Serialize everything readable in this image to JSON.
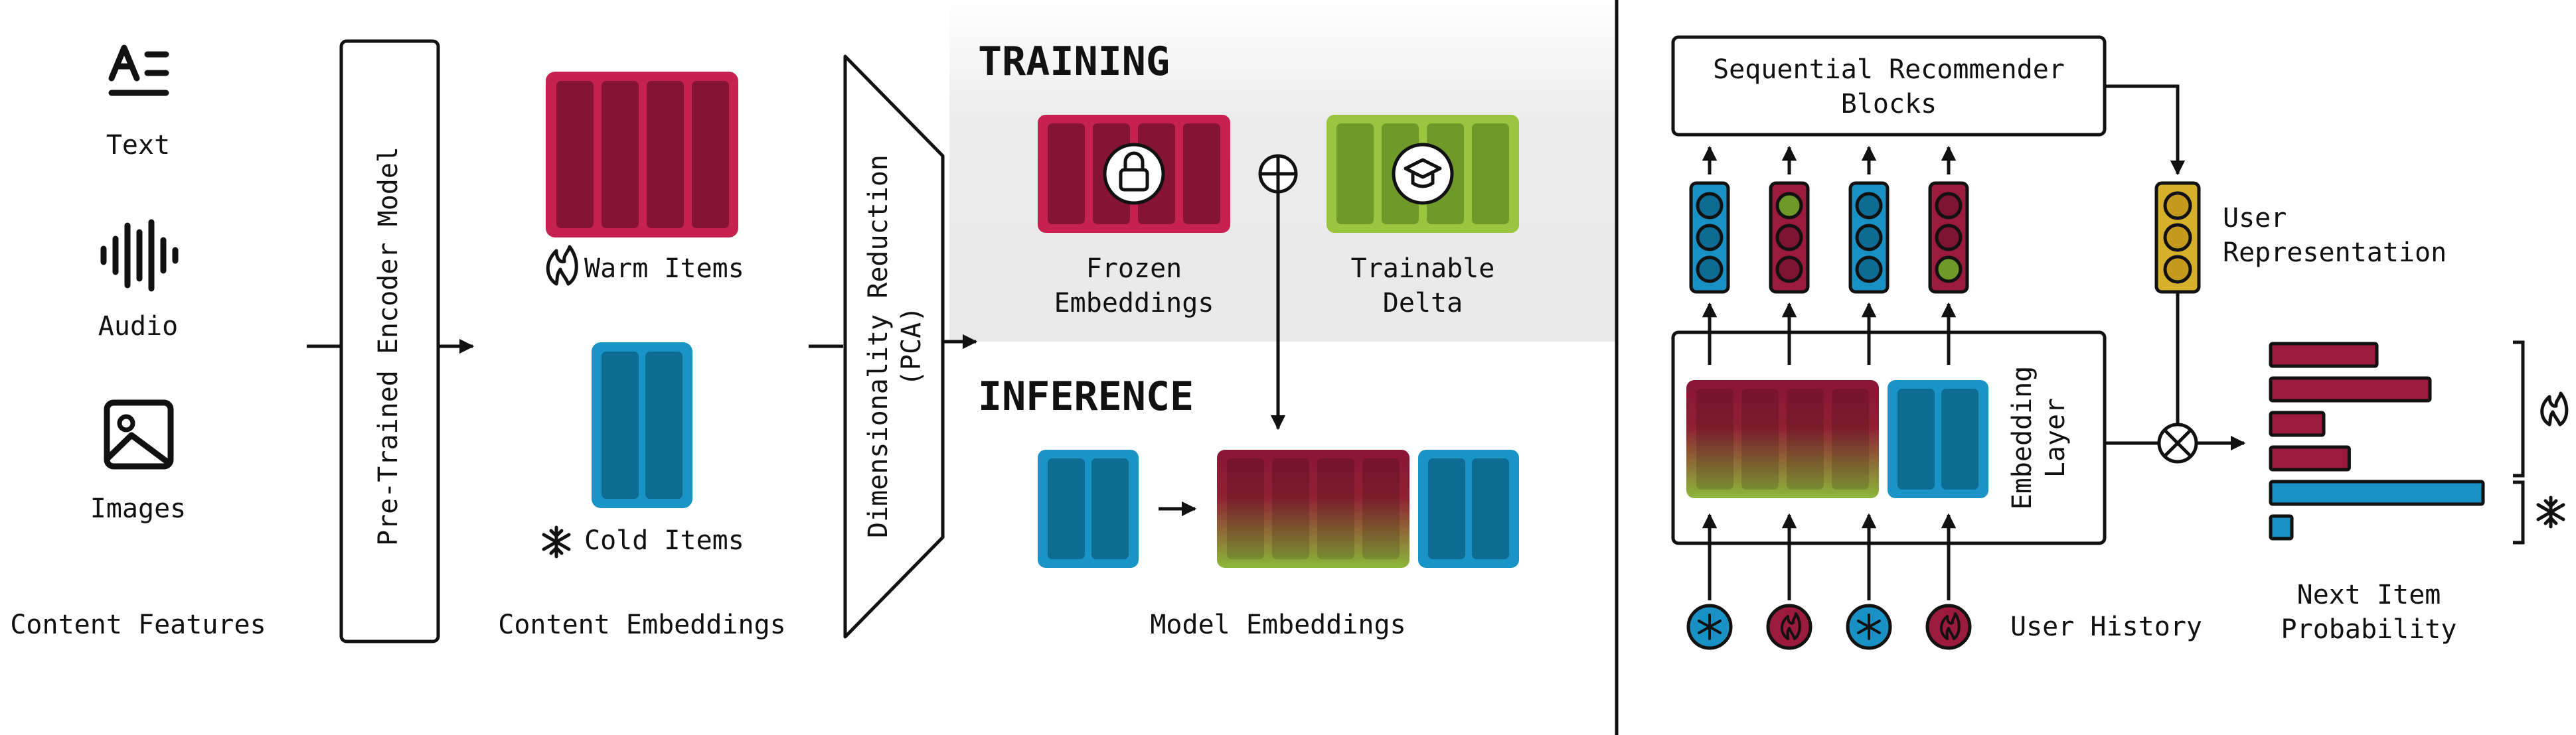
{
  "colors": {
    "warm": "#9c1a3c",
    "cold": "#1991c4",
    "delta": "#8cb83a",
    "user_rep": "#d6b02b",
    "ink": "#111111",
    "panel": "#ececec"
  },
  "left": {
    "features": {
      "text_label": "Text",
      "audio_label": "Audio",
      "images_label": "Images",
      "section_label": "Content Features",
      "text_icon": "text-format-icon",
      "audio_icon": "waveform-icon",
      "images_icon": "image-icon"
    },
    "encoder_label": "Pre-Trained Encoder Model",
    "embeddings": {
      "warm_label": "Warm Items",
      "cold_label": "Cold Items",
      "section_label": "Content Embeddings"
    },
    "pca_line1": "Dimensionality Reduction",
    "pca_line2": "(PCA)"
  },
  "middle": {
    "training_header": "TRAINING",
    "inference_header": "INFERENCE",
    "frozen_line1": "Frozen",
    "frozen_line2": "Embeddings",
    "delta_line1": "Trainable",
    "delta_line2": "Delta",
    "model_embeddings_label": "Model Embeddings"
  },
  "right": {
    "recommender_line1": "Sequential Recommender",
    "recommender_line2": "Blocks",
    "user_rep_line1": "User",
    "user_rep_line2": "Representation",
    "embedding_layer_line1": "Embedding",
    "embedding_layer_line2": "Layer",
    "user_history_label": "User History",
    "next_item_line1": "Next Item",
    "next_item_line2": "Probability",
    "history": [
      "cold",
      "warm",
      "cold",
      "warm"
    ],
    "token_colors": [
      [
        "cold",
        "cold",
        "cold"
      ],
      [
        "delta",
        "warm",
        "warm"
      ],
      [
        "cold",
        "cold",
        "cold"
      ],
      [
        "warm",
        "warm",
        "delta"
      ]
    ],
    "probabilities": [
      {
        "kind": "warm",
        "value": 0.5
      },
      {
        "kind": "warm",
        "value": 0.75
      },
      {
        "kind": "warm",
        "value": 0.25
      },
      {
        "kind": "warm",
        "value": 0.37
      },
      {
        "kind": "cold",
        "value": 1.0
      },
      {
        "kind": "cold",
        "value": 0.1
      }
    ]
  }
}
